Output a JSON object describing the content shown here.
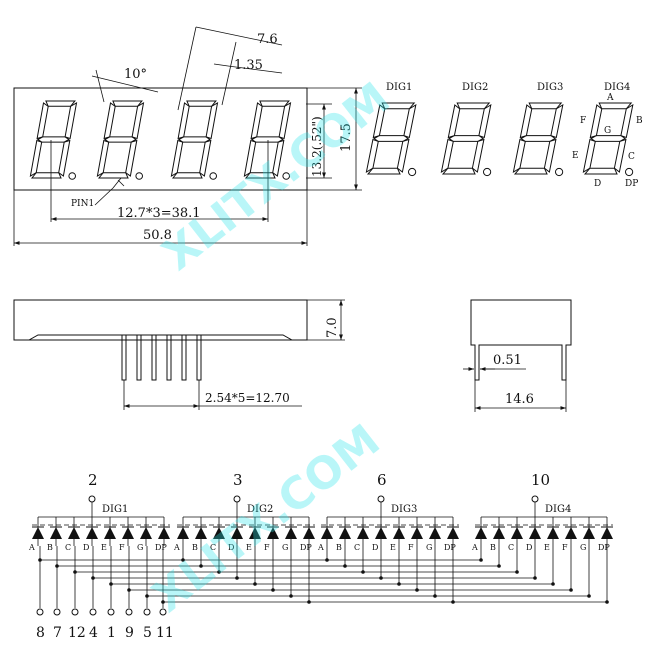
{
  "front_view": {
    "angle_label": "10°",
    "dim_segment_width": "7.6",
    "dim_segment_thickness": "1.35",
    "dim_digit_height": "13.2(.52\")",
    "dim_body_height": "17.5",
    "pin1_label": "PIN1",
    "dim_digit_pitch": "12.7*3=38.1",
    "dim_body_width": "50.8"
  },
  "segment_view": {
    "digit_labels": [
      "DIG1",
      "DIG2",
      "DIG3",
      "DIG4"
    ],
    "segment_labels": {
      "a": "A",
      "b": "B",
      "c": "C",
      "d": "D",
      "e": "E",
      "f": "F",
      "g": "G",
      "dp": "DP"
    }
  },
  "side_view": {
    "dim_thickness": "7.0",
    "dim_pin_pitch": "2.54*5=12.70",
    "dim_pin_diameter": "0.51",
    "dim_depth": "14.6"
  },
  "schematic": {
    "digits": [
      {
        "label": "DIG1",
        "pin": "2"
      },
      {
        "label": "DIG2",
        "pin": "3"
      },
      {
        "label": "DIG3",
        "pin": "6"
      },
      {
        "label": "DIG4",
        "pin": "10"
      }
    ],
    "segment_letters": [
      "A",
      "B",
      "C",
      "D",
      "E",
      "F",
      "G",
      "DP"
    ],
    "segment_pins": [
      "8",
      "7",
      "12",
      "4",
      "1",
      "9",
      "5",
      "11"
    ]
  },
  "watermark": "XLITX.COM"
}
